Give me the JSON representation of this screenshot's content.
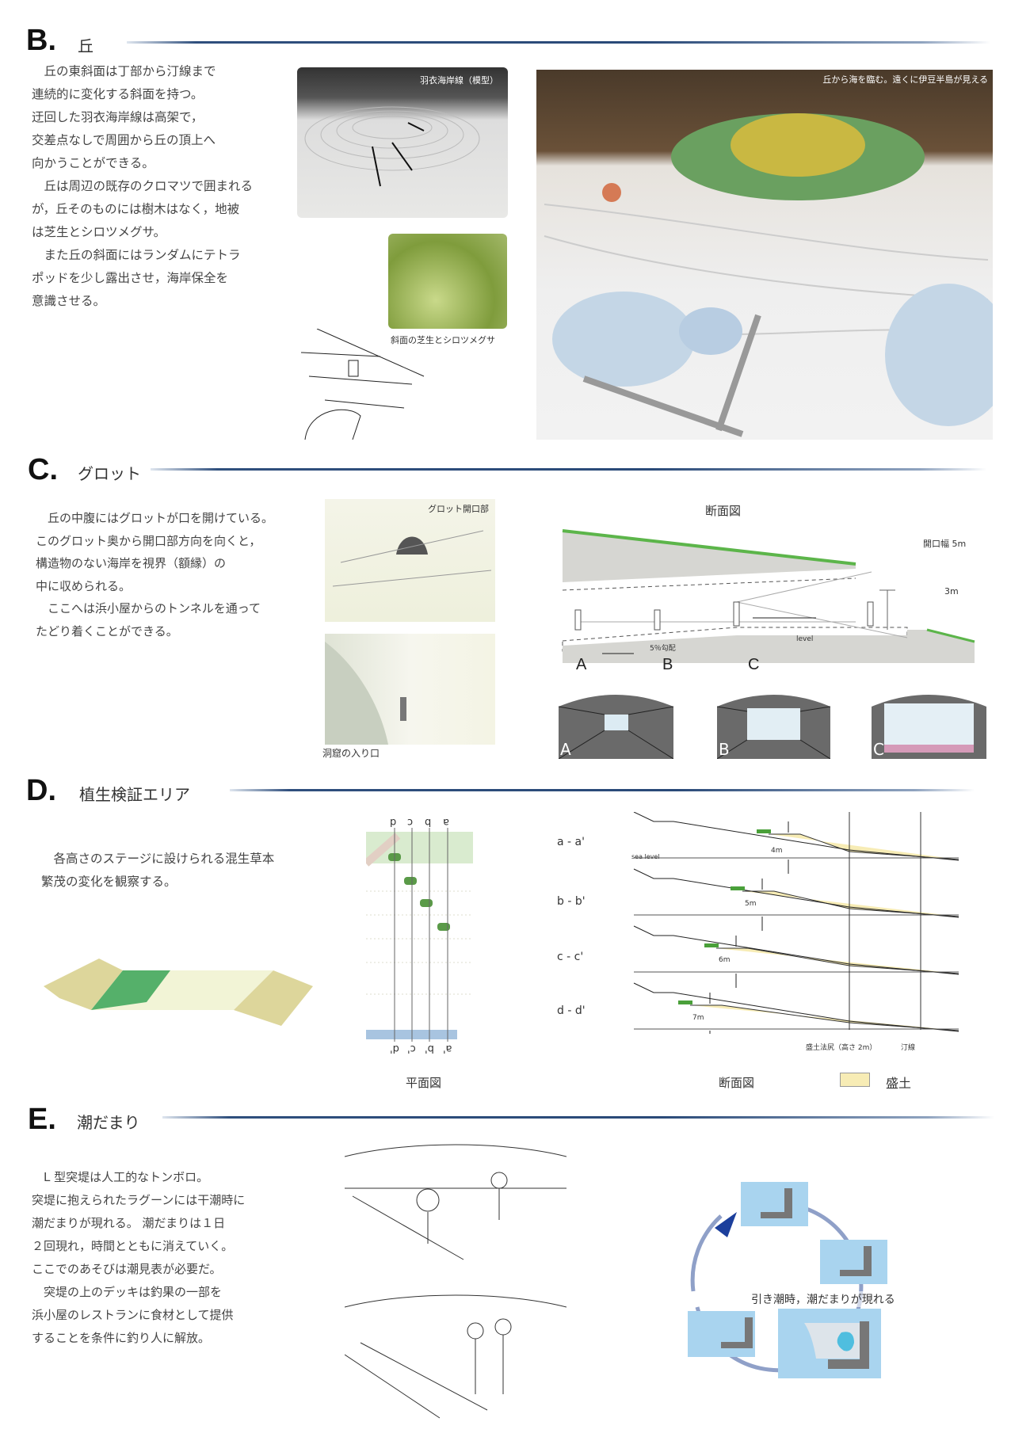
{
  "sectionB": {
    "letter": "B.",
    "title": "丘",
    "text": "　丘の東斜面は丁部から汀線まで\n連続的に変化する斜面を持つ。\n迂回した羽衣海岸線は高架で，\n交差点なしで周囲から丘の頂上へ\n向かうことができる。\n　丘は周辺の既存のクロマツで囲まれる\nが，丘そのものには樹木はなく，地被\nは芝生とシロツメグサ。\n　また丘の斜面にはランダムにテトラ\nポッドを少し露出させ，海岸保全を\n意識させる。",
    "caption_model": "羽衣海岸線（模型）",
    "caption_grass": "斜面の芝生とシロツメグサ",
    "caption_view": "丘から海を臨む。遠くに伊豆半島が見える"
  },
  "sectionC": {
    "letter": "C.",
    "title": "グロット",
    "text": "　丘の中腹にはグロットが口を開けている。\nこのグロット奥から開口部方向を向くと，\n構造物のない海岸を視界（額縁）の\n中に収められる。\n　ここへは浜小屋からのトンネルを通って\nたどり着くことができる。",
    "caption_opening": "グロット開口部",
    "caption_entrance": "洞窟の入り口",
    "section_title": "断面図",
    "opening_width": "開口幅 5m",
    "height": "3m",
    "slope": "5％勾配",
    "level": "level",
    "points": [
      "A",
      "B",
      "C"
    ]
  },
  "sectionD": {
    "letter": "D.",
    "title": "植生検証エリア",
    "text": "　各高さのステージに設けられる混生草本\n繁茂の変化を観察する。",
    "plan_top": [
      "d",
      "c",
      "b",
      "a"
    ],
    "plan_bottom": [
      "d'",
      "c'",
      "b'",
      "a'"
    ],
    "plan_caption": "平面図",
    "rows": [
      {
        "label": "a - a'",
        "h": "4m"
      },
      {
        "label": "b - b'",
        "h": "5m"
      },
      {
        "label": "c - c'",
        "h": "6m"
      },
      {
        "label": "d - d'",
        "h": "7m"
      }
    ],
    "sea_level": "sea level",
    "embank_toe": "盛土法尻（高さ 2m）",
    "shoreline": "汀線",
    "section_caption": "断面図",
    "legend": "盛土",
    "legend_color": "#f7ecb5"
  },
  "sectionE": {
    "letter": "E.",
    "title": "潮だまり",
    "text": "　L 型突堤は人工的なトンボロ。\n突堤に抱えられたラグーンには干潮時に\n潮だまりが現れる。 潮だまりは１日\n２回現れ，時間とともに消えていく。\nここでのあそびは潮見表が必要だ。\n　突堤の上のデッキは釣果の一部を\n浜小屋のレストランに食材として提供\nすることを条件に釣り人に解放。",
    "cycle_caption": "引き潮時，潮だまりが現れる"
  },
  "colors": {
    "rule": "#2a4a78",
    "water": "#a9d4ef",
    "pool": "#4fbedf",
    "arrow": "#1c3f9c"
  }
}
